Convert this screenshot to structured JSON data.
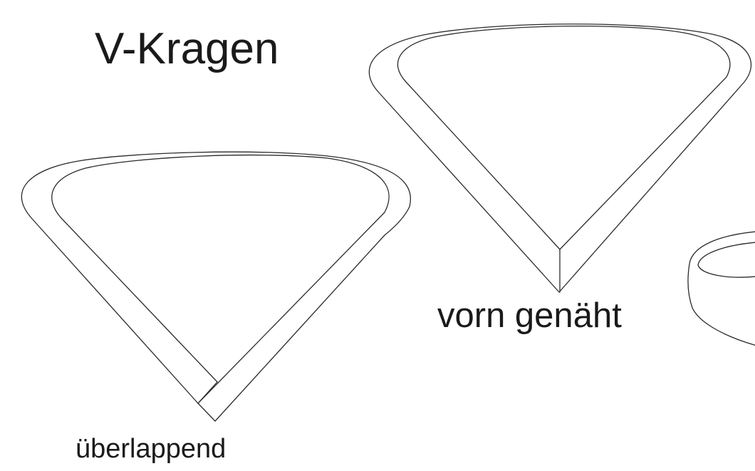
{
  "title": "V-Kragen",
  "diagrams": [
    {
      "id": "overlap",
      "caption": "überlappend"
    },
    {
      "id": "front-sewn",
      "caption": "vorn genäht"
    },
    {
      "id": "round-collar-partial",
      "caption": ""
    }
  ],
  "colors": {
    "stroke": "#2b2b2b",
    "text": "#1a1a1a",
    "background": "#ffffff"
  }
}
